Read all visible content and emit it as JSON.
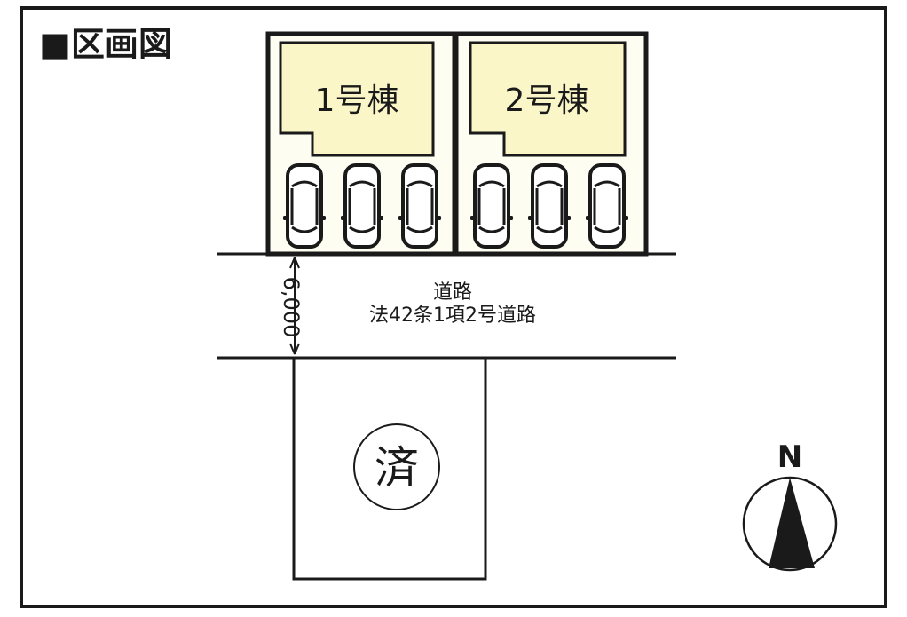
{
  "title": "■区画図",
  "lots": [
    {
      "label": "1号棟",
      "parking_spaces": 3
    },
    {
      "label": "2号棟",
      "parking_spaces": 3
    }
  ],
  "road": {
    "name": "道路",
    "designation": "法42条1項2号道路",
    "width": "6,000"
  },
  "sold_lot": {
    "mark": "済"
  },
  "compass": {
    "label": "N"
  },
  "colors": {
    "building_fill": "#FAF6C8",
    "lot_fill": "#FEFDF1",
    "stroke": "#1a1a1a"
  }
}
